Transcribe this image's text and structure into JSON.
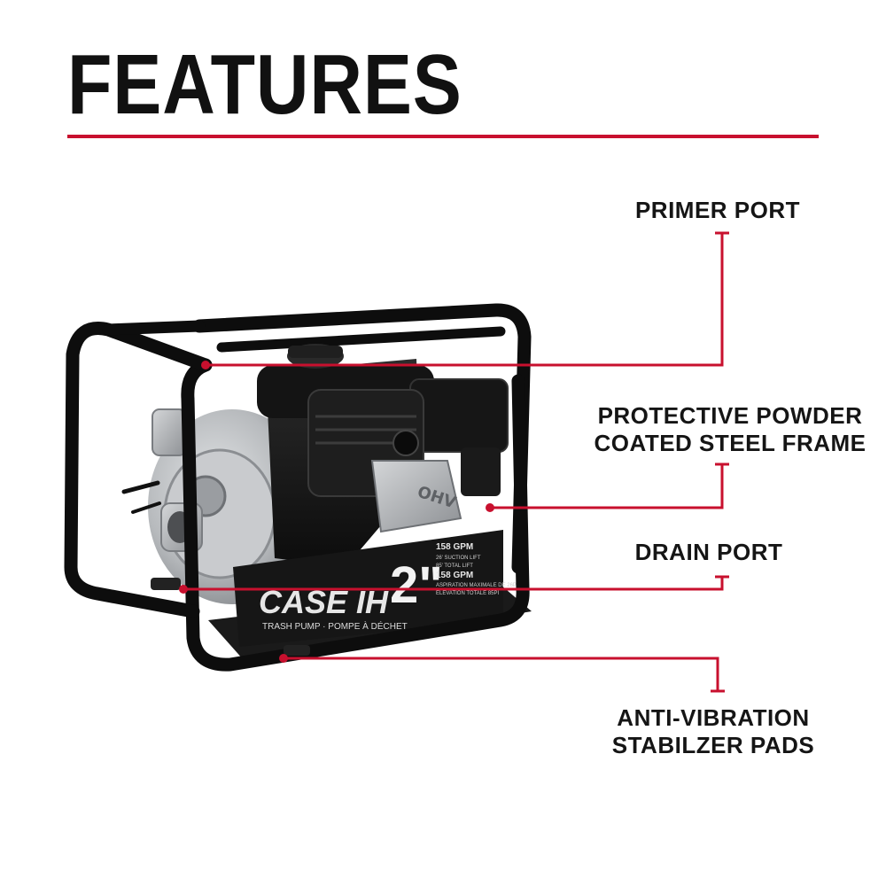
{
  "page": {
    "title": "FEATURES"
  },
  "callouts": [
    {
      "id": "primer",
      "line1": "PRIMER PORT",
      "line2": ""
    },
    {
      "id": "frame",
      "line1": "PROTECTIVE POWDER",
      "line2": "COATED STEEL FRAME"
    },
    {
      "id": "drain",
      "line1": "DRAIN PORT",
      "line2": ""
    },
    {
      "id": "pads",
      "line1": "ANTI-VIBRATION",
      "line2": "STABILZER PADS"
    }
  ],
  "product": {
    "brand": "CASE IH",
    "size": "2\"",
    "gpm_line": "158 GPM",
    "suction_line": "26' SUCTION LIFT",
    "lift_line": "85' TOTAL LIFT",
    "gpm_line_fr": "158 GPM",
    "suction_line_fr": "ASPIRATION MAXIMALE DE 26PI",
    "lift_line_fr": "ÉLÉVATION TOTALE 85PI",
    "type_line": "TRASH PUMP · POMPE À DÉCHET",
    "engine_mark": "OHV"
  },
  "colors": {
    "accent": "#c8102e",
    "text": "#151515",
    "frame": "#0d0d0d",
    "housing": "#b9bcbf"
  }
}
